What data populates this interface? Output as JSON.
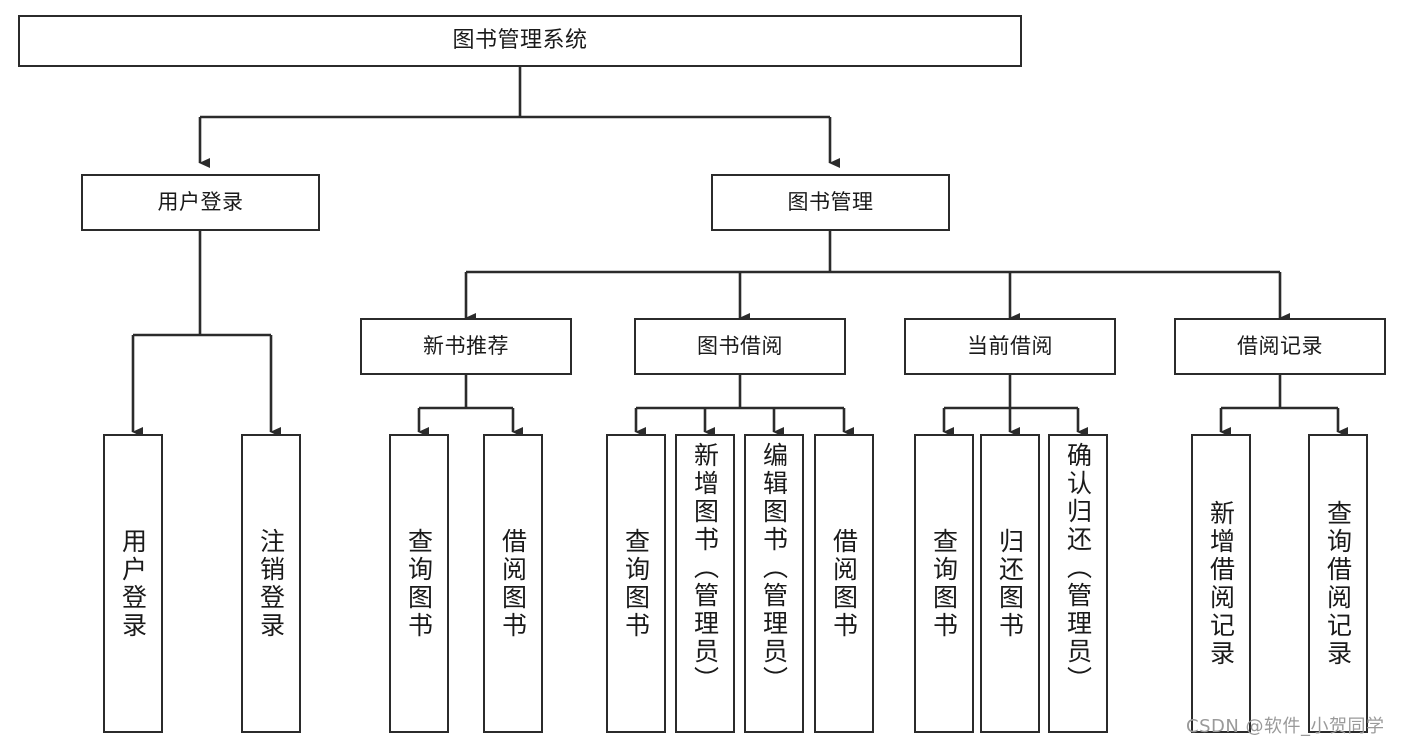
{
  "diagram": {
    "type": "tree",
    "title": "图书管理系统",
    "watermark": "CSDN @软件_小贺同学",
    "colors": {
      "stroke": "#2b2b2b",
      "fill": "#ffffff",
      "text": "#1a1a1a",
      "watermark": "#9a9a9a"
    },
    "nodes": {
      "root": {
        "label": "图书管理系统"
      },
      "level2": [
        {
          "id": "user-login",
          "label": "用户登录"
        },
        {
          "id": "book-manage",
          "label": "图书管理"
        }
      ],
      "level3": [
        {
          "id": "new-book-recommend",
          "label": "新书推荐"
        },
        {
          "id": "book-borrow",
          "label": "图书借阅"
        },
        {
          "id": "current-borrow",
          "label": "当前借阅"
        },
        {
          "id": "borrow-record",
          "label": "借阅记录"
        }
      ],
      "leaves": [
        {
          "id": "leaf-user-login",
          "label": "用户登录",
          "parent": "user-login"
        },
        {
          "id": "leaf-logout",
          "label": "注销登录",
          "parent": "user-login"
        },
        {
          "id": "leaf-query-book-1",
          "label": "查询图书",
          "parent": "new-book-recommend"
        },
        {
          "id": "leaf-borrow-book-1",
          "label": "借阅图书",
          "parent": "new-book-recommend"
        },
        {
          "id": "leaf-query-book-2",
          "label": "查询图书",
          "parent": "book-borrow"
        },
        {
          "id": "leaf-add-book",
          "label": "新增图书（管理员）",
          "parent": "book-borrow"
        },
        {
          "id": "leaf-edit-book",
          "label": "编辑图书（管理员）",
          "parent": "book-borrow"
        },
        {
          "id": "leaf-borrow-book-2",
          "label": "借阅图书",
          "parent": "book-borrow"
        },
        {
          "id": "leaf-query-book-3",
          "label": "查询图书",
          "parent": "current-borrow"
        },
        {
          "id": "leaf-return-book",
          "label": "归还图书",
          "parent": "current-borrow"
        },
        {
          "id": "leaf-confirm-return",
          "label": "确认归还（管理员）",
          "parent": "current-borrow"
        },
        {
          "id": "leaf-add-record",
          "label": "新增借阅记录",
          "parent": "borrow-record"
        },
        {
          "id": "leaf-query-record",
          "label": "查询借阅记录",
          "parent": "borrow-record"
        }
      ]
    }
  }
}
